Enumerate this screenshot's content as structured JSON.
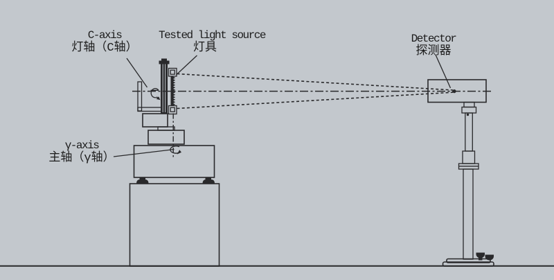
{
  "colors": {
    "bg": "#c3c8cd",
    "line": "#29292b",
    "text": "#1c1c1c"
  },
  "labels": {
    "c_axis": {
      "en": "C-axis",
      "zh": "灯轴（C轴）"
    },
    "light_source": {
      "en": "Tested light source",
      "zh": "灯具"
    },
    "detector": {
      "en": "Detector",
      "zh": "探测器"
    },
    "gamma_axis": {
      "en": "γ-axis",
      "zh": "主轴（γ轴）"
    }
  },
  "icons": {
    "c_axis_rotation": "curved-arrow-rotation-icon",
    "gamma_axis_rotation": "curved-arrow-rotation-icon"
  }
}
